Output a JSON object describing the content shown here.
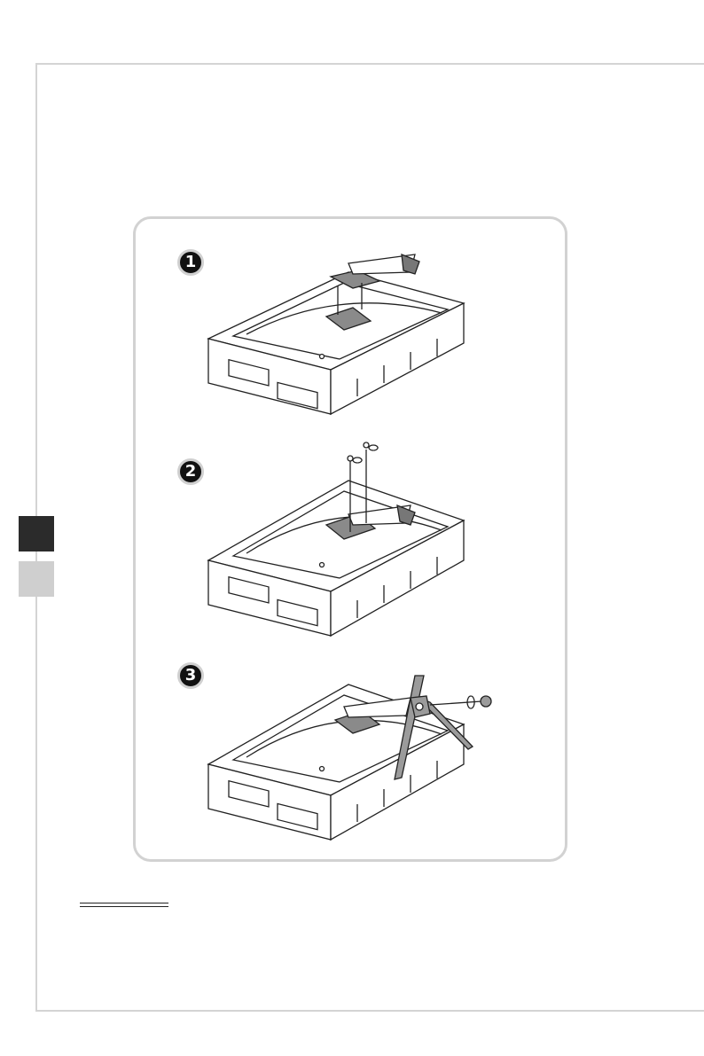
{
  "page": {
    "side_tabs": [
      "dark-tab",
      "light-tab"
    ]
  },
  "steps": [
    {
      "number": "1",
      "icon": "monitor-back-on-foam-with-stand-bracket"
    },
    {
      "number": "2",
      "icon": "screws-fastening-bracket"
    },
    {
      "number": "3",
      "icon": "attach-stand-base-with-thumbscrew"
    }
  ],
  "colors": {
    "frame": "#d4d4d4",
    "panel_border": "#d2d2d2",
    "tab_dark": "#2b2b2b",
    "tab_light": "#cfcfcf",
    "stand_fill": "#9b9b9b"
  }
}
